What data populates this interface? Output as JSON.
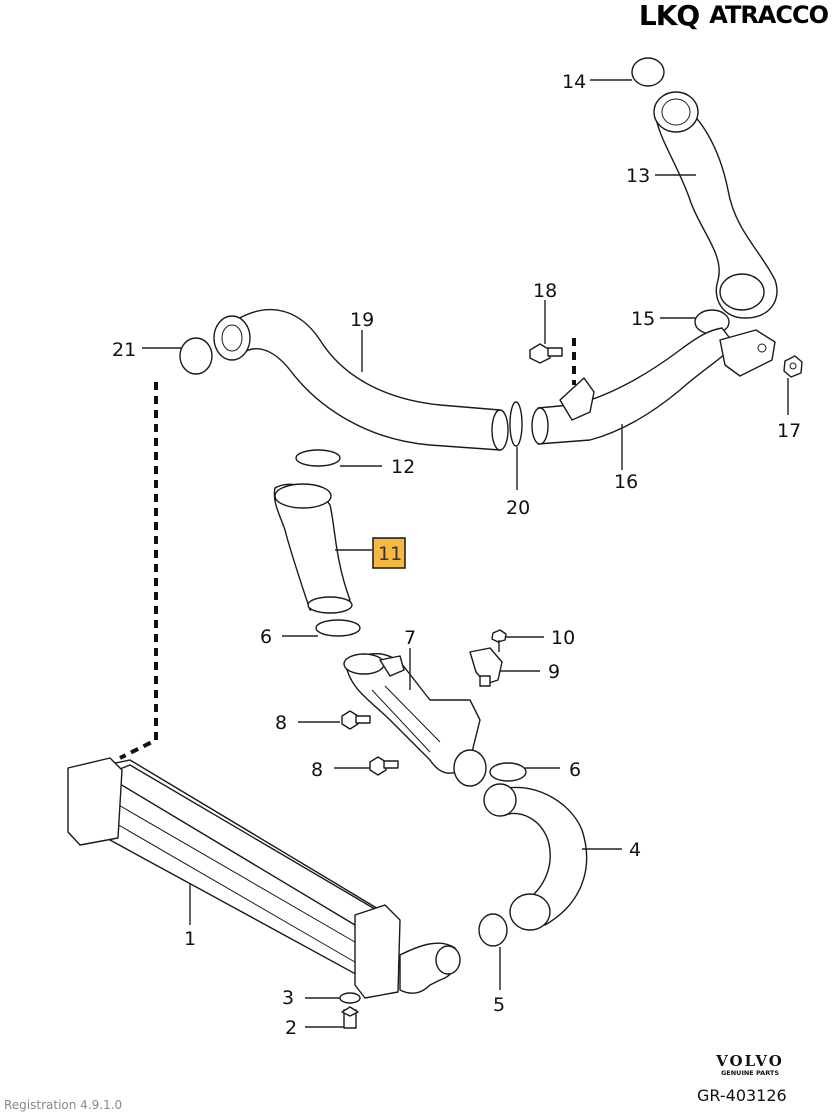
{
  "brand": {
    "name_1": "LKQ",
    "name_2": "ATRACCO"
  },
  "footer": {
    "logo_word": "VOLVO",
    "logo_sub": "GENUINE PARTS",
    "ref_code": "GR-403126",
    "registration": "Registration 4.9.1.0"
  },
  "highlight_color": "#f5b942",
  "callouts": {
    "c1": "1",
    "c2": "2",
    "c3": "3",
    "c4": "4",
    "c5": "5",
    "c6a": "6",
    "c6b": "6",
    "c7": "7",
    "c8a": "8",
    "c8b": "8",
    "c9": "9",
    "c10": "10",
    "c11": "11",
    "c12": "12",
    "c13": "13",
    "c14": "14",
    "c15": "15",
    "c16": "16",
    "c17": "17",
    "c18": "18",
    "c19": "19",
    "c20": "20",
    "c21": "21"
  }
}
